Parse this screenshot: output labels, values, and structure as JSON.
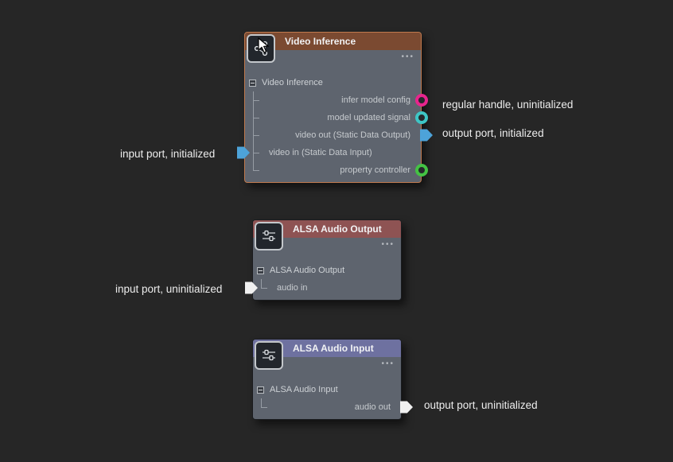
{
  "canvas": {
    "background": "#262626"
  },
  "colors": {
    "node_body": "#5e646e",
    "header_video_inference": "#7b4a31",
    "header_alsa_output": "#8e5353",
    "header_alsa_input": "#6e71a0",
    "handle_pink": "#e8258d",
    "handle_teal": "#3ec6c6",
    "handle_green": "#44c244",
    "port_initialized_blue": "#4da3d9",
    "port_uninitialized_white": "#f0f0f0"
  },
  "nodes": [
    {
      "title": "Video Inference",
      "icon": "graph-icon",
      "menu": "•••",
      "header_color": "#7b4a31",
      "root": "Video Inference",
      "rows": [
        {
          "label": "infer model config",
          "handle": "regular handle, uninitialized",
          "side": "right",
          "color": "#e8258d"
        },
        {
          "label": "model updated signal",
          "handle": "regular handle, uninitialized",
          "side": "right",
          "color": "#3ec6c6"
        },
        {
          "label": "video out (Static Data Output)",
          "handle": "output port, initialized",
          "side": "right",
          "color": "#4da3d9"
        },
        {
          "label": "video in (Static Data Input)",
          "handle": "input port, initialized",
          "side": "left",
          "color": "#4da3d9"
        },
        {
          "label": "property controller",
          "handle": "regular handle, uninitialized",
          "side": "right",
          "color": "#44c244"
        }
      ]
    },
    {
      "title": "ALSA Audio Output",
      "icon": "mixer-icon",
      "menu": "•••",
      "header_color": "#8e5353",
      "root": "ALSA Audio Output",
      "rows": [
        {
          "label": "audio in",
          "handle": "input port, uninitialized",
          "side": "left",
          "color": "#f0f0f0"
        }
      ]
    },
    {
      "title": "ALSA Audio Input",
      "icon": "mixer-icon",
      "menu": "•••",
      "header_color": "#6e71a0",
      "root": "ALSA Audio Input",
      "rows": [
        {
          "label": "audio out",
          "handle": "output port, uninitialized",
          "side": "right",
          "color": "#f0f0f0"
        }
      ]
    }
  ],
  "annotations": [
    {
      "text": "regular handle, uninitialized"
    },
    {
      "text": "output port, initialized"
    },
    {
      "text": "input port, initialized"
    },
    {
      "text": "input port, uninitialized"
    },
    {
      "text": "output port, uninitialized"
    }
  ]
}
